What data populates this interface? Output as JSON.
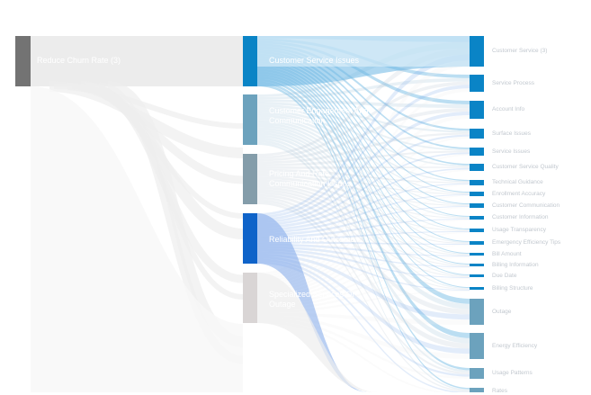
{
  "source": {
    "label": "Reduce Churn Rate (3)",
    "color": "#737373"
  },
  "categories": [
    {
      "label": "Customer Service Issues",
      "color": "#0a84c6",
      "flow_color": "#55acdf",
      "weight": 0.3
    },
    {
      "label": "Customer Engagement And Communication",
      "color": "#6ca2bd",
      "flow_color": "#9dbfd6",
      "weight": 0.17
    },
    {
      "label": "Pricing And Rate Communication Issues",
      "color": "#849daa",
      "flow_color": "#b7c6d1",
      "weight": 0.16
    },
    {
      "label": "Reliability And Outcome",
      "color": "#0f63c9",
      "flow_color": "#7da7ea",
      "weight": 0.2
    },
    {
      "label": "Specialized Services Or Outage",
      "color": "#d9d5d5",
      "flow_color": "#ededed",
      "weight": 0.17
    }
  ],
  "outcomes": [
    {
      "label": "Customer Service (3)",
      "color": "#0a84c6"
    },
    {
      "label": "Service Process",
      "color": "#0a84c6"
    },
    {
      "label": "Account Info",
      "color": "#0a84c6"
    },
    {
      "label": "Surface Issues",
      "color": "#0a84c6"
    },
    {
      "label": "Service Issues",
      "color": "#0a84c6"
    },
    {
      "label": "Customer Service Quality",
      "color": "#0a84c6"
    },
    {
      "label": "Technical Guidance",
      "color": "#0a84c6"
    },
    {
      "label": "Enrollment Accuracy",
      "color": "#0a84c6"
    },
    {
      "label": "Customer Communication",
      "color": "#0a84c6"
    },
    {
      "label": "Customer Information",
      "color": "#0a84c6"
    },
    {
      "label": "Usage Transparency",
      "color": "#0a84c6"
    },
    {
      "label": "Emergency Efficiency Tips",
      "color": "#0a84c6"
    },
    {
      "label": "Bill Amount",
      "color": "#0a84c6"
    },
    {
      "label": "Billing Information",
      "color": "#0a84c6"
    },
    {
      "label": "Due Date",
      "color": "#0a84c6"
    },
    {
      "label": "Billing Structure",
      "color": "#0a84c6"
    },
    {
      "label": "Outage",
      "color": "#6ca2bd"
    },
    {
      "label": "Energy Efficiency",
      "color": "#6ca2bd"
    },
    {
      "label": "Usage Patterns",
      "color": "#6ca2bd"
    },
    {
      "label": "Rates",
      "color": "#6ca2bd"
    }
  ]
}
